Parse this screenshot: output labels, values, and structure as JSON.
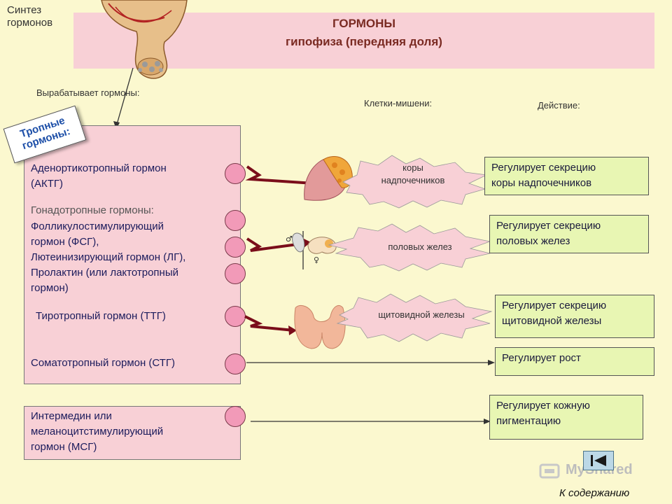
{
  "corner_title": [
    "Синтез",
    "гормонов"
  ],
  "header": {
    "title": "ГОРМОНЫ",
    "subtitle": "гипофиза  (передняя доля)"
  },
  "labels": {
    "produces": "Вырабатывает   гормоны:",
    "targets": "Клетки-мишени:",
    "action": "Действие:"
  },
  "tropic_tag": [
    "Тропные",
    "гормоны:"
  ],
  "hormones": {
    "acth": [
      "Аденортикотропный гормон",
      "(АКТГ)"
    ],
    "gonado_header": "Гонадотропные гормоны:",
    "gonado": [
      "Фолликулостимулирующий",
      "гормон (ФСГ),",
      "Лютеинизирующий гормон (ЛГ),",
      "Пролактин (или лактотропный",
      "гормон)"
    ],
    "tsh": "Тиротропный гормон (ТТГ)",
    "stg": "Соматотропный гормон (СТГ)",
    "msh": [
      "Интермедин или",
      "меланоцитстимулирующий",
      "гормон (МСГ)"
    ]
  },
  "targets": {
    "adrenal": [
      "коры",
      "надпочечников"
    ],
    "gonads": "половых желез",
    "thyroid": "щитовидной железы"
  },
  "actions": {
    "adrenal": [
      "Регулирует секрецию",
      "коры надпочечников"
    ],
    "gonads": [
      "Регулирует секрецию",
      "половых желез"
    ],
    "thyroid": [
      "Регулирует секрецию",
      "щитовидной железы"
    ],
    "growth": "Регулирует рост",
    "pigment": [
      "Регулирует кожную",
      "пигментацию"
    ]
  },
  "footer": {
    "logo": "MyShared",
    "toc_link": "К содержанию"
  },
  "colors": {
    "pink_box": "#f8d0d6",
    "green_box": "#e8f6b3",
    "background": "#fbf8cf",
    "arrow": "#7a0d1a",
    "title_text": "#7a2a22"
  }
}
